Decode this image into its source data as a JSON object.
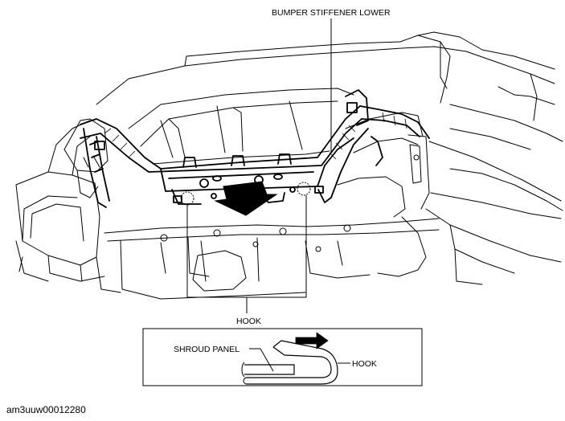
{
  "labels": {
    "stiffener": "BUMPER STIFFENER LOWER",
    "hook_main": "HOOK",
    "shroud_panel": "SHROUD PANEL",
    "hook_detail": "HOOK"
  },
  "caption": "am3uuw00012280",
  "colors": {
    "line": "#000000",
    "background": "#ffffff",
    "arrow": "#000000"
  }
}
